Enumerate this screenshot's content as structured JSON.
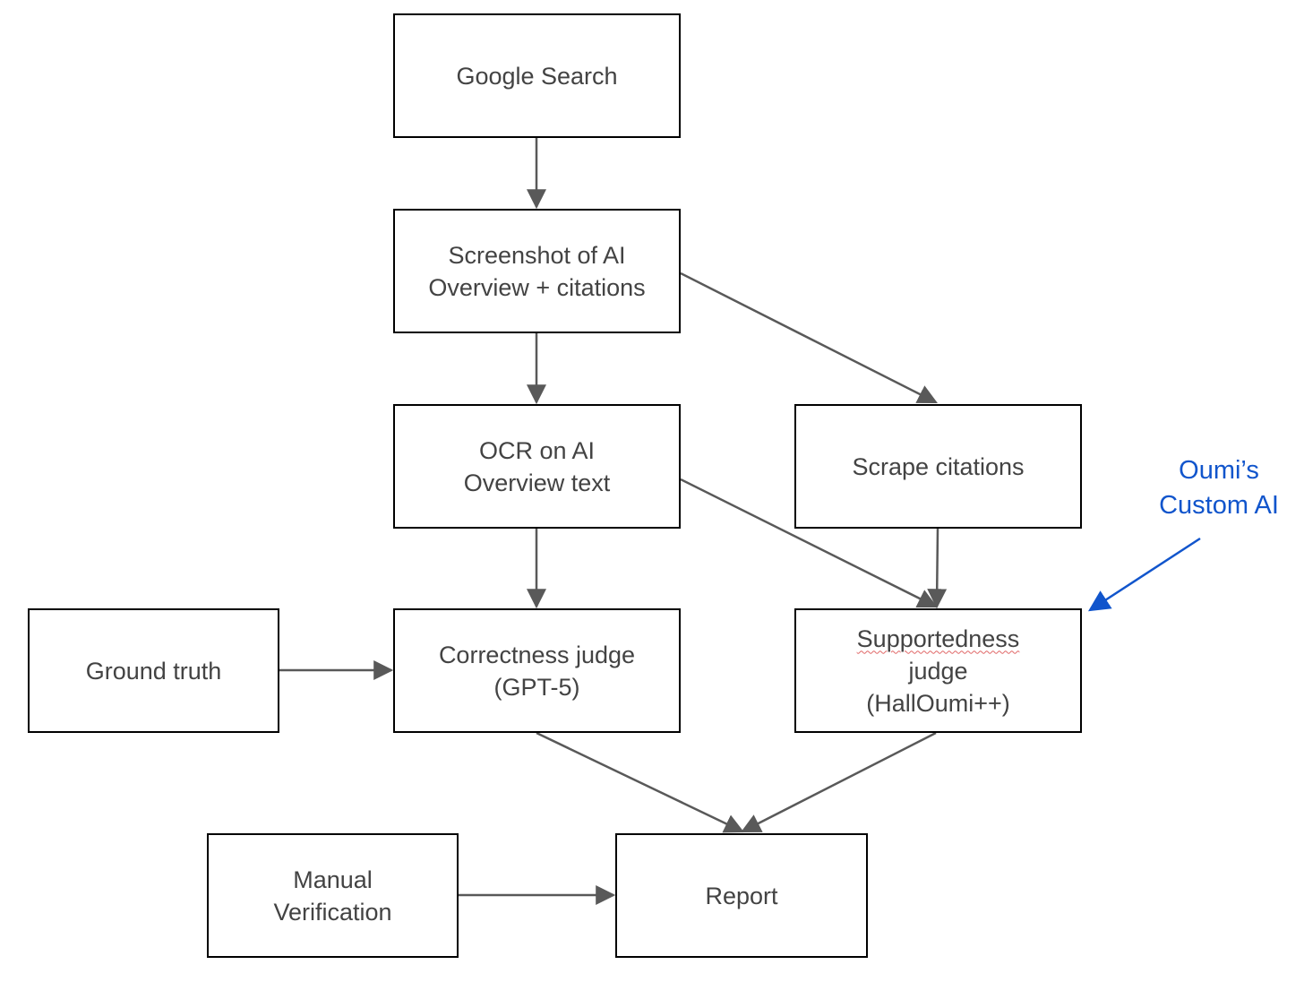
{
  "nodes": {
    "google_search": {
      "lines": [
        "Google Search"
      ]
    },
    "screenshot": {
      "lines": [
        "Screenshot of AI",
        "Overview + citations"
      ]
    },
    "ocr": {
      "lines": [
        "OCR on AI",
        "Overview text"
      ]
    },
    "scrape": {
      "lines": [
        "Scrape citations"
      ]
    },
    "ground_truth": {
      "lines": [
        "Ground truth"
      ]
    },
    "correctness": {
      "lines": [
        "Correctness judge",
        "(GPT-5)"
      ]
    },
    "supportedness": {
      "lines": [
        "Supportedness",
        "judge",
        "(HallOumi++)"
      ]
    },
    "manual": {
      "lines": [
        "Manual",
        "Verification"
      ]
    },
    "report": {
      "lines": [
        "Report"
      ]
    }
  },
  "annotation": {
    "lines": [
      "Oumi’s",
      "Custom AI"
    ]
  },
  "edges": [
    {
      "from": "google_search",
      "to": "screenshot"
    },
    {
      "from": "screenshot",
      "to": "ocr"
    },
    {
      "from": "screenshot",
      "to": "scrape"
    },
    {
      "from": "ocr",
      "to": "correctness"
    },
    {
      "from": "ocr",
      "to": "supportedness"
    },
    {
      "from": "scrape",
      "to": "supportedness"
    },
    {
      "from": "ground_truth",
      "to": "correctness"
    },
    {
      "from": "correctness",
      "to": "report"
    },
    {
      "from": "supportedness",
      "to": "report"
    },
    {
      "from": "manual",
      "to": "report"
    }
  ],
  "colors": {
    "box_border": "#000000",
    "box_text": "#434343",
    "arrow": "#595959",
    "annotation": "#1155cc",
    "spellcheck_underline": "#e06666"
  }
}
